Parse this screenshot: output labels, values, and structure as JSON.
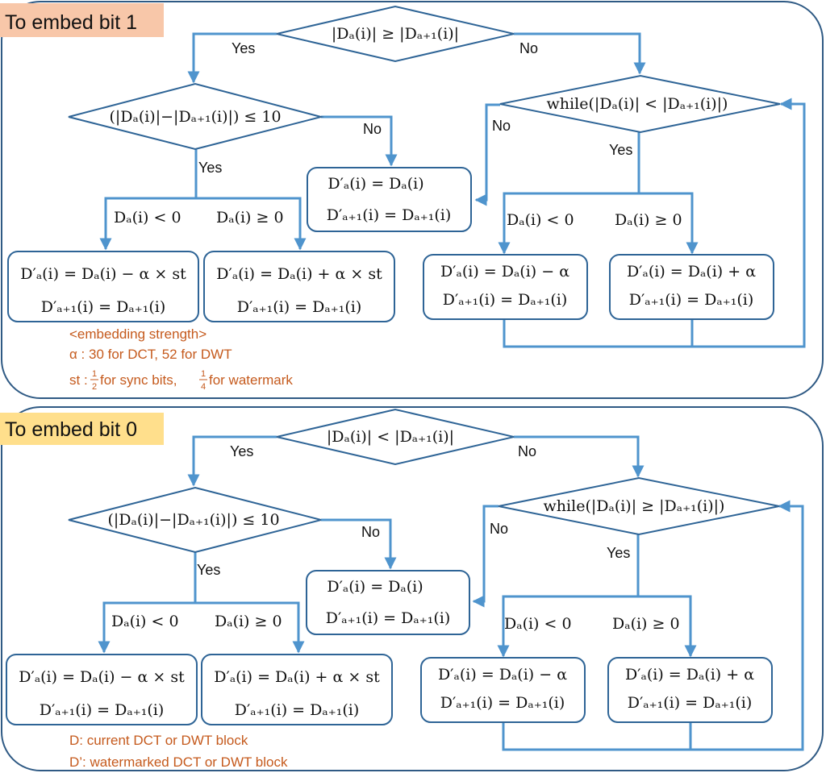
{
  "colors": {
    "line": "#4f94cd",
    "box_border": "#2e6496",
    "panel_border": "#2f5a84",
    "note_text": "#c55a1d",
    "title_bg_top": "#f8c7a9",
    "title_bg_bottom": "#ffdf8c"
  },
  "panels": [
    {
      "title": "To embed bit 1",
      "top_condition": "|Dₐ(i)| ≥ |Dₐ₊₁(i)|",
      "left_condition": "(|Dₐ(i)|−|Dₐ₊₁(i)|) ≤ 10",
      "while_condition": "while(|Dₐ(i)| < |Dₐ₊₁(i)|)",
      "edge_labels": {
        "top_yes": "Yes",
        "top_no": "No",
        "left_yes": "Yes",
        "left_no": "No",
        "while_yes": "Yes",
        "while_no": "No"
      },
      "branch_labels": {
        "left_negative": "Dₐ(i) < 0",
        "left_positive": "Dₐ(i) ≥ 0",
        "right_negative": "Dₐ(i) < 0",
        "right_positive": "Dₐ(i) ≥ 0"
      },
      "boxes": {
        "left_negative": [
          "D′ₐ(i) = Dₐ(i) − α × st",
          "D′ₐ₊₁(i) = Dₐ₊₁(i)"
        ],
        "left_positive": [
          "D′ₐ(i) = Dₐ(i) + α × st",
          "D′ₐ₊₁(i) = Dₐ₊₁(i)"
        ],
        "keep": [
          "D′ₐ(i) = Dₐ(i)",
          "D′ₐ₊₁(i) = Dₐ₊₁(i)"
        ],
        "right_negative": [
          "D′ₐ(i) = Dₐ(i) − α",
          "D′ₐ₊₁(i) = Dₐ₊₁(i)"
        ],
        "right_positive": [
          "D′ₐ(i) = Dₐ(i) + α",
          "D′ₐ₊₁(i) = Dₐ₊₁(i)"
        ]
      },
      "notes": {
        "heading": "<embedding strength>",
        "alpha": "α : 30 for DCT, 52 for DWT",
        "st_prefix": "st : ",
        "st_frac1_num": "1",
        "st_frac1_den": "2",
        "st_mid": " for sync bits, ",
        "st_frac2_num": "1",
        "st_frac2_den": "4",
        "st_suffix": " for watermark"
      }
    },
    {
      "title": "To embed bit 0",
      "top_condition": "|Dₐ(i)| < |Dₐ₊₁(i)|",
      "left_condition": "(|Dₐ(i)|−|Dₐ₊₁(i)|) ≤ 10",
      "while_condition": "while(|Dₐ(i)| ≥ |Dₐ₊₁(i)|)",
      "edge_labels": {
        "top_yes": "Yes",
        "top_no": "No",
        "left_yes": "Yes",
        "left_no": "No",
        "while_yes": "Yes",
        "while_no": "No"
      },
      "branch_labels": {
        "left_negative": "Dₐ(i) < 0",
        "left_positive": "Dₐ(i) ≥ 0",
        "right_negative": "Dₐ(i) < 0",
        "right_positive": "Dₐ(i) ≥ 0"
      },
      "boxes": {
        "left_negative": [
          "D′ₐ(i) = Dₐ(i) − α × st",
          "D′ₐ₊₁(i) = Dₐ₊₁(i)"
        ],
        "left_positive": [
          "D′ₐ(i) = Dₐ(i) + α × st",
          "D′ₐ₊₁(i) = Dₐ₊₁(i)"
        ],
        "keep": [
          "D′ₐ(i) = Dₐ(i)",
          "D′ₐ₊₁(i) = Dₐ₊₁(i)"
        ],
        "right_negative": [
          "D′ₐ(i) = Dₐ(i) − α",
          "D′ₐ₊₁(i) = Dₐ₊₁(i)"
        ],
        "right_positive": [
          "D′ₐ(i) = Dₐ(i) + α",
          "D′ₐ₊₁(i) = Dₐ₊₁(i)"
        ]
      },
      "notes": {
        "line1": "D: current DCT or DWT block",
        "line2": "D’: watermarked DCT or DWT block"
      }
    }
  ]
}
